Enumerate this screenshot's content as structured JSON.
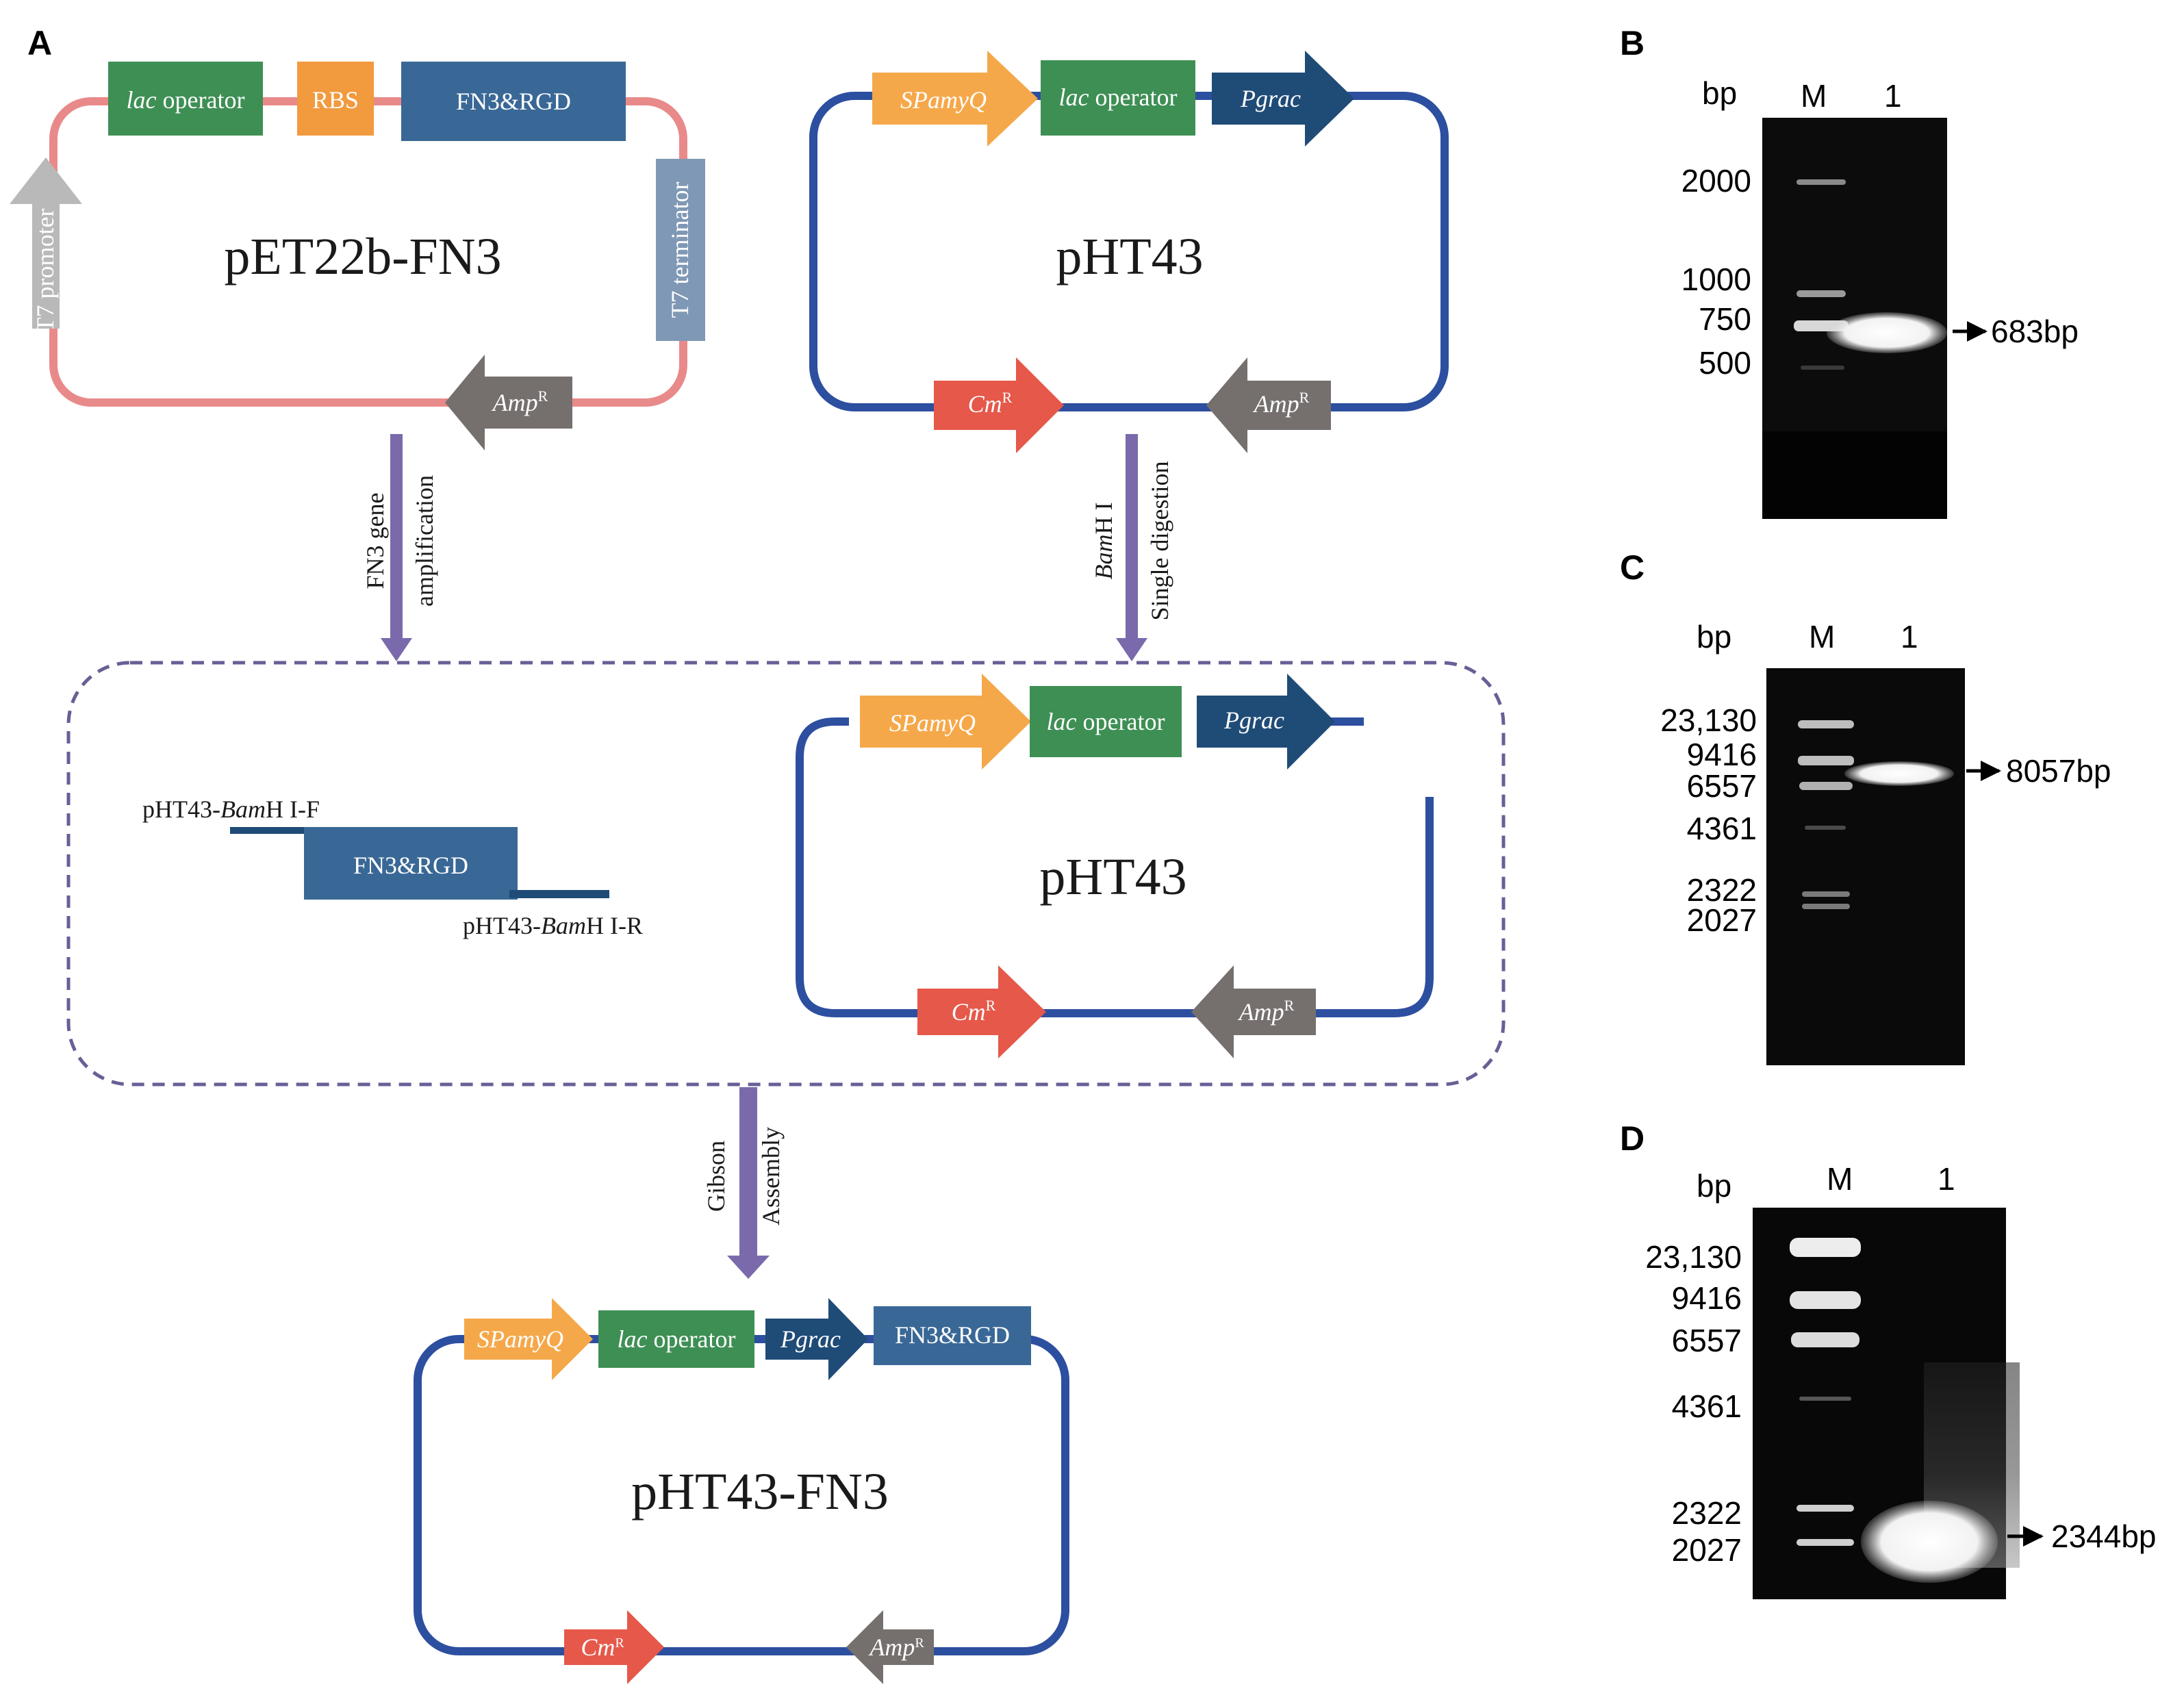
{
  "panels": {
    "a": "A",
    "b": "B",
    "c": "C",
    "d": "D"
  },
  "colors": {
    "pet_backbone": "#e98a8a",
    "pht_backbone": "#2d4fa0",
    "lac_operator": "#3e8f54",
    "rbs": "#f19a3e",
    "fn3": "#3a6896",
    "spamyq": "#f5a84a",
    "pgrac": "#1f4b77",
    "cmr": "#e5584a",
    "ampr": "#75706e",
    "t7": "#b9b9b9",
    "terminator": "#7f98b5",
    "process_arrow": "#7a6aac"
  },
  "plasmids": {
    "pet22b": {
      "name": "pET22b-FN3",
      "lac_a": "lac",
      "lac_b": " operator",
      "rbs": "RBS",
      "fn3": "FN3&RGD",
      "t7_promoter": "T7 promoter",
      "t7_terminator": "T7 terminator",
      "amp_a": "Amp",
      "amp_b": "R"
    },
    "pht43": {
      "name": "pHT43",
      "spamyq": "SPamyQ",
      "lac_a": "lac",
      "lac_b": " operator",
      "pgrac": "Pgrac",
      "cm_a": "Cm",
      "cm_b": "R",
      "amp_a": "Amp",
      "amp_b": "R"
    },
    "pht43_linear": {
      "name": "pHT43",
      "spamyq": "SPamyQ",
      "lac_a": "lac",
      "lac_b": " operator",
      "pgrac": "Pgrac",
      "cm_a": "Cm",
      "cm_b": "R",
      "amp_a": "Amp",
      "amp_b": "R"
    },
    "pht43_fn3": {
      "name": "pHT43-FN3",
      "spamyq": "SPamyQ",
      "lac_a": "lac",
      "lac_b": " operator",
      "pgrac": "Pgrac",
      "fn3": "FN3&RGD",
      "cm_a": "Cm",
      "cm_b": "R",
      "amp_a": "Amp",
      "amp_b": "R"
    }
  },
  "fragment": {
    "label": "FN3&RGD",
    "primer_f_a": "pHT43-",
    "primer_f_b": "Bam",
    "primer_f_c": "H I-F",
    "primer_r_a": "pHT43-",
    "primer_r_b": "Bam",
    "primer_r_c": "H I-R"
  },
  "steps": {
    "amplification_1": "FN3 gene",
    "amplification_2": "amplification",
    "digestion_1a": "Bam",
    "digestion_1b": "H I",
    "digestion_2": "Single digestion",
    "gibson_1": "Gibson",
    "gibson_2": "Assembly"
  },
  "gels": {
    "b": {
      "unit": "bp",
      "lane_m": "M",
      "lane_1": "1",
      "markers": [
        "2000",
        "1000",
        "750",
        "500"
      ],
      "product": "683bp"
    },
    "c": {
      "unit": "bp",
      "lane_m": "M",
      "lane_1": "1",
      "markers": [
        "23,130",
        "9416",
        "6557",
        "4361",
        "2322",
        "2027"
      ],
      "product": "8057bp"
    },
    "d": {
      "unit": "bp",
      "lane_m": "M",
      "lane_1": "1",
      "markers": [
        "23,130",
        "9416",
        "6557",
        "4361",
        "2322",
        "2027"
      ],
      "product": "2344bp"
    }
  }
}
